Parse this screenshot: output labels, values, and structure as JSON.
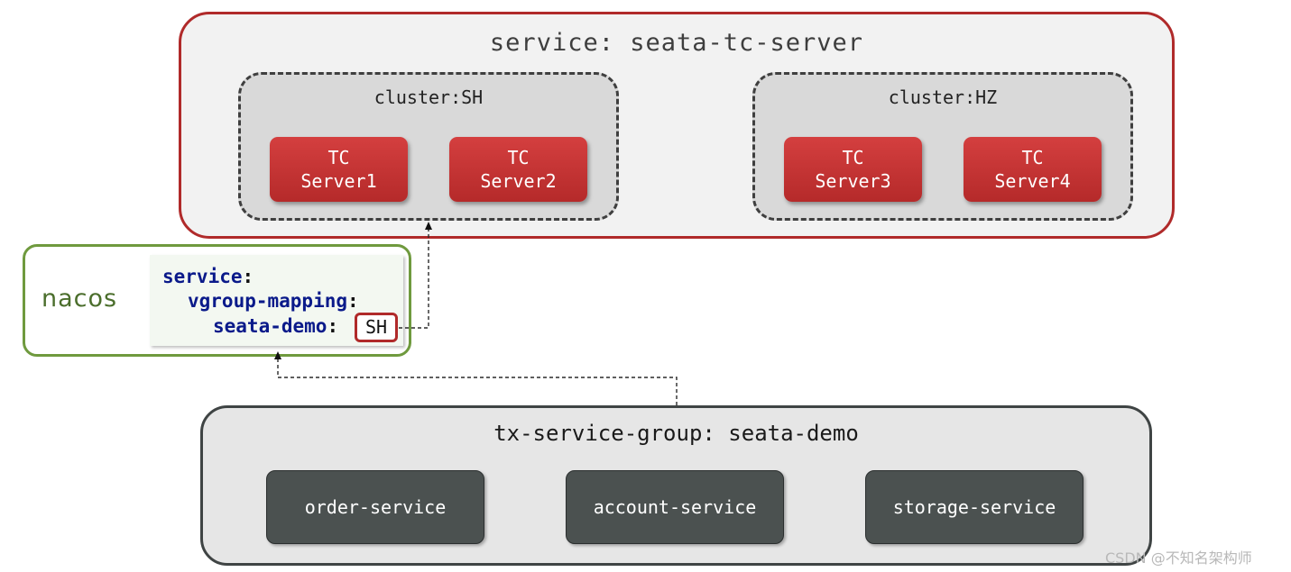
{
  "service": {
    "title": "service: seata-tc-server",
    "clusters": [
      {
        "label": "cluster:SH",
        "servers": [
          {
            "line1": "TC",
            "line2": "Server1"
          },
          {
            "line1": "TC",
            "line2": "Server2"
          }
        ]
      },
      {
        "label": "cluster:HZ",
        "servers": [
          {
            "line1": "TC",
            "line2": "Server3"
          },
          {
            "line1": "TC",
            "line2": "Server4"
          }
        ]
      }
    ]
  },
  "nacos": {
    "label": "nacos",
    "config": {
      "line1_key": "service",
      "line2_key": "vgroup-mapping",
      "line3_key": "seata-demo",
      "colon": ":",
      "value": "SH"
    }
  },
  "group": {
    "title": "tx-service-group: seata-demo",
    "services": [
      "order-service",
      "account-service",
      "storage-service"
    ]
  },
  "watermark": "CSDN @不知名架构师",
  "colors": {
    "service_border": "#b02a2a",
    "tc_server": "#c23434",
    "nacos_border": "#6f9a3e",
    "config_key": "#0a1a8a",
    "service_node": "#4b5150"
  }
}
